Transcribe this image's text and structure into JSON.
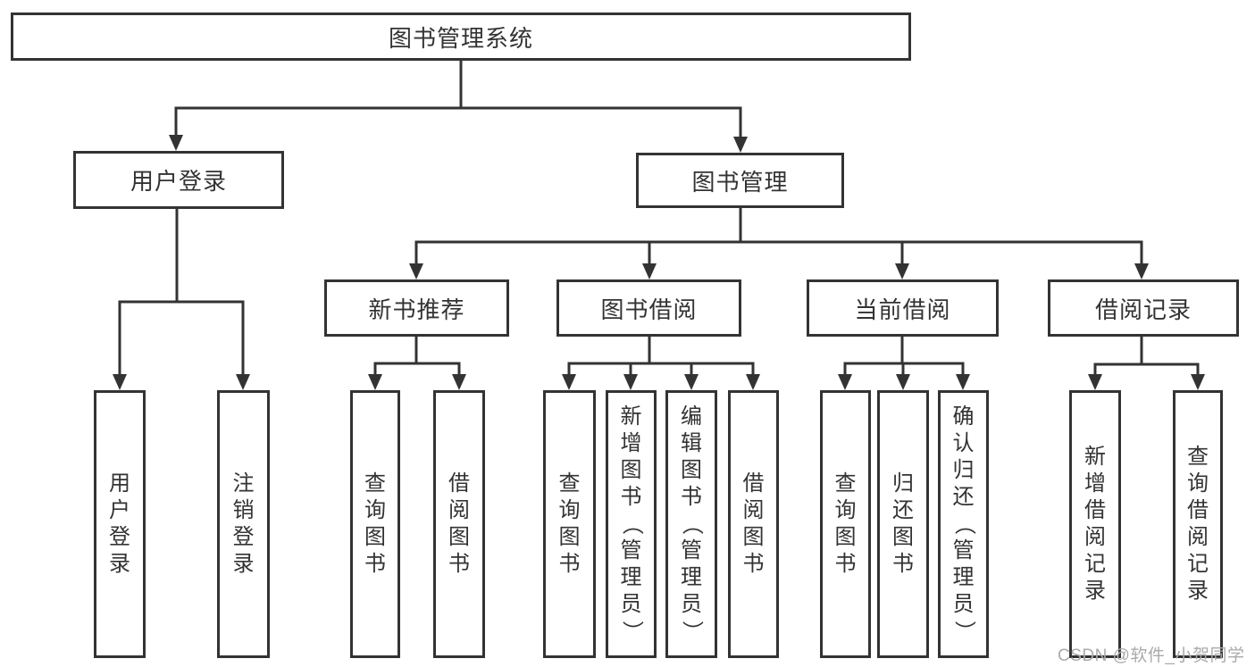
{
  "colors": {
    "stroke": "#333333",
    "text": "#333333",
    "background": "#ffffff",
    "watermark": "#aaaaaa"
  },
  "diagram": {
    "root": {
      "label": "图书管理系统"
    },
    "level1": {
      "user_login": {
        "label": "用户登录"
      },
      "book_mgmt": {
        "label": "图书管理"
      }
    },
    "level2": {
      "new_books": {
        "label": "新书推荐"
      },
      "borrow": {
        "label": "图书借阅"
      },
      "current": {
        "label": "当前借阅"
      },
      "records": {
        "label": "借阅记录"
      }
    },
    "leaves": [
      {
        "label": "用户登录"
      },
      {
        "label": "注销登录"
      },
      {
        "label": "查询图书"
      },
      {
        "label": "借阅图书"
      },
      {
        "label": "查询图书"
      },
      {
        "label": "新增图书（管理员）"
      },
      {
        "label": "编辑图书（管理员）"
      },
      {
        "label": "借阅图书"
      },
      {
        "label": "查询图书"
      },
      {
        "label": "归还图书"
      },
      {
        "label": "确认归还（管理员）"
      },
      {
        "label": "新增借阅记录"
      },
      {
        "label": "查询借阅记录"
      }
    ]
  },
  "watermark": {
    "text": "CSDN @软件_小贺同学"
  }
}
